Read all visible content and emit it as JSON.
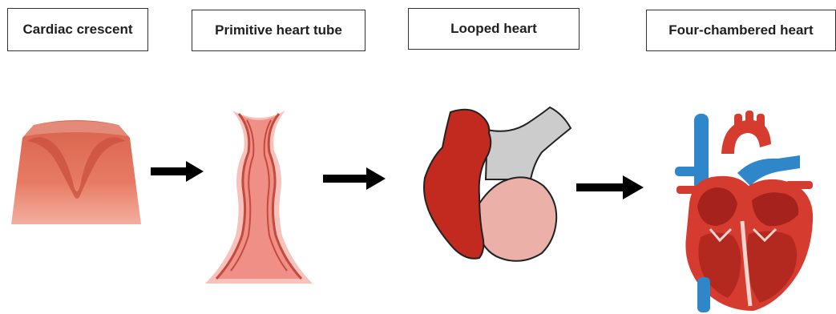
{
  "stages": [
    {
      "label": "Cardiac crescent"
    },
    {
      "label": "Primitive heart tube"
    },
    {
      "label": "Looped heart"
    },
    {
      "label": "Four-chambered heart"
    }
  ],
  "colors": {
    "crescent": "#e06b55",
    "crescent_dark": "#c9503d",
    "tube_fill": "#f08f85",
    "tube_outline": "#c24a3f",
    "tube_light": "#f6c2bb",
    "looped_red": "#c2291f",
    "looped_gray": "#cccccc",
    "looped_pink": "#ebb0a8",
    "heart_red": "#d63b2f",
    "heart_blue": "#2f86c9",
    "arrow": "#000000"
  },
  "icons": {
    "arrow": "right-arrow",
    "stage_1": "cardiac-crescent-illustration",
    "stage_2": "heart-tube-illustration",
    "stage_3": "looped-heart-illustration",
    "stage_4": "four-chambered-heart-illustration"
  }
}
